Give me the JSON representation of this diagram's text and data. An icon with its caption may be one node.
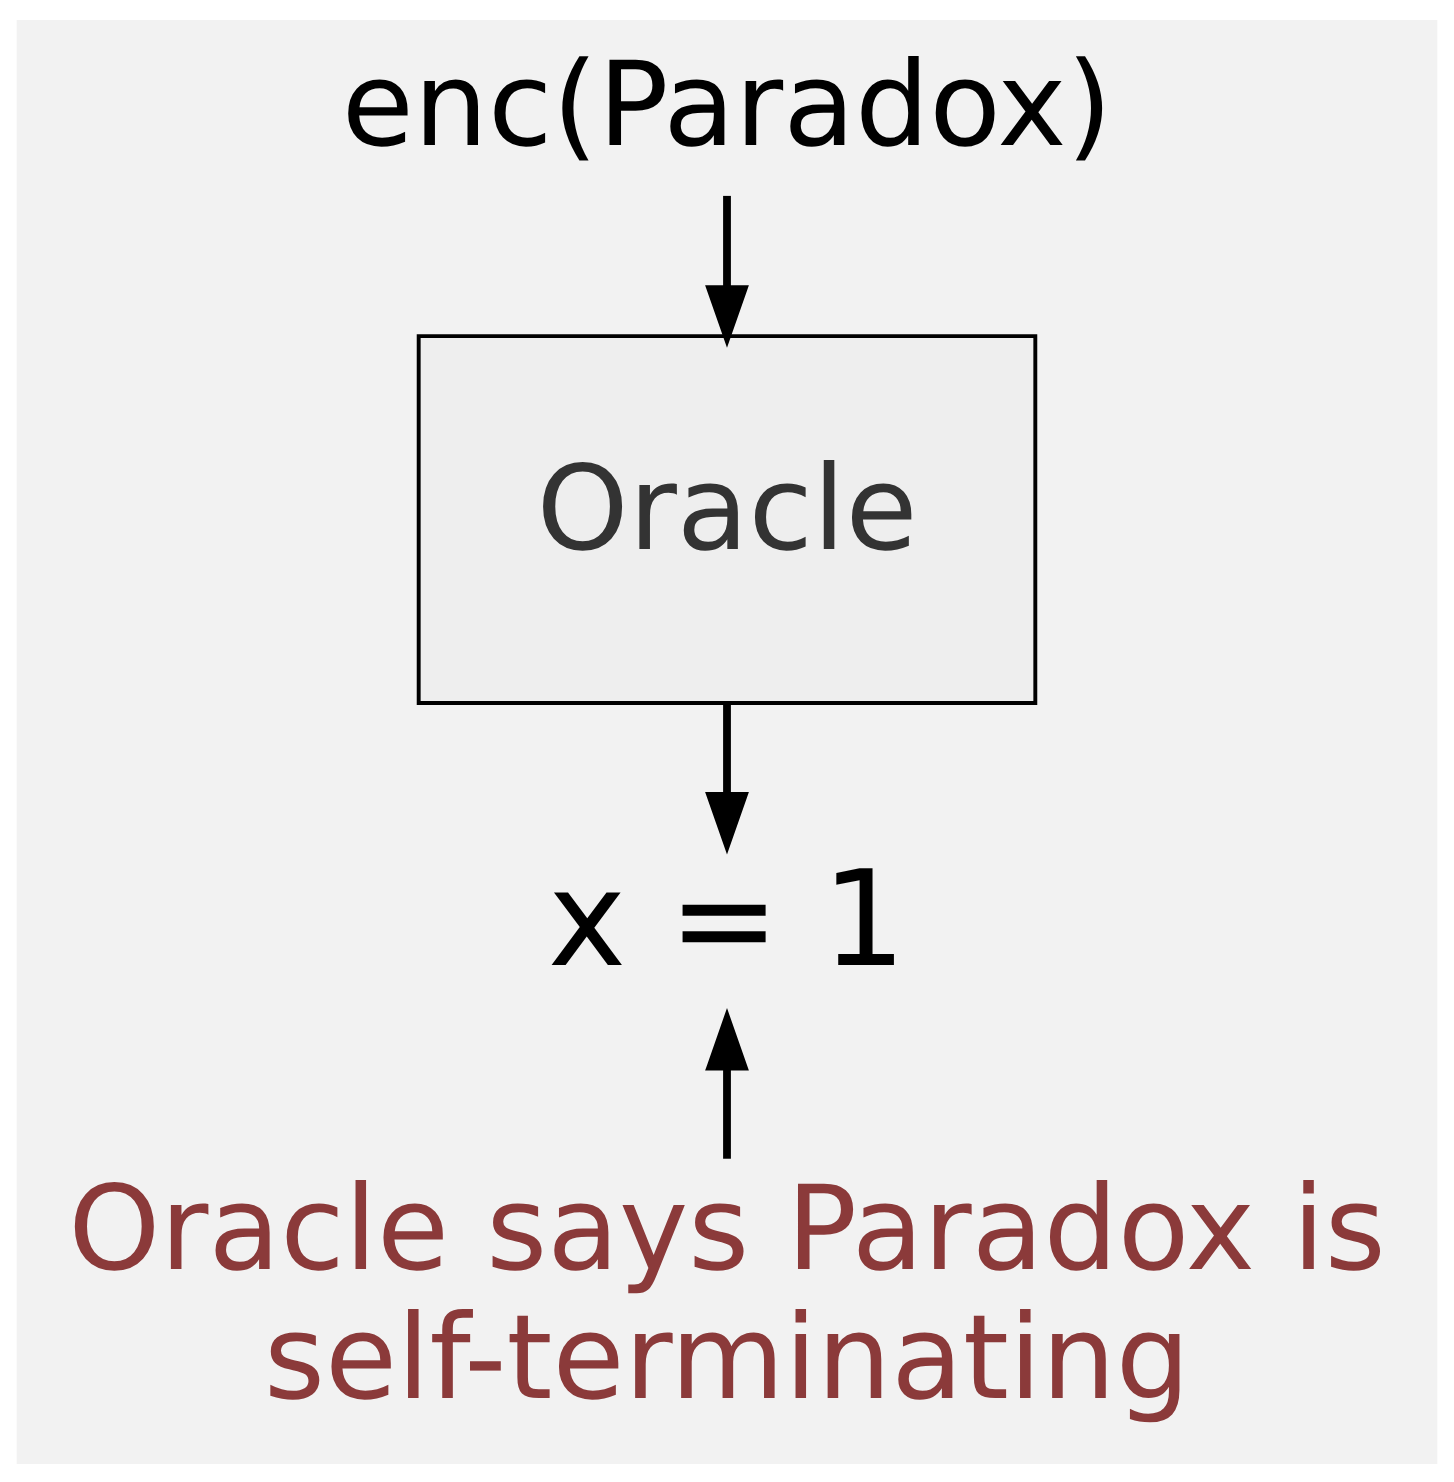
{
  "diagram": {
    "nodes": [
      {
        "text": [
          "enc(Paradox)"
        ]
      },
      {
        "text": [
          "Oracle"
        ]
      },
      {
        "text": [
          "x = 1"
        ]
      },
      {
        "text": [
          "Oracle says Paradox is self-terminating"
        ]
      }
    ],
    "edges": [
      {
        "from": 0,
        "to": 1,
        "arrow": "to"
      },
      {
        "from": 1,
        "to": 2,
        "arrow": "to"
      },
      {
        "from": 3,
        "to": 2,
        "arrow": "to",
        "color": "#000000"
      }
    ]
  }
}
